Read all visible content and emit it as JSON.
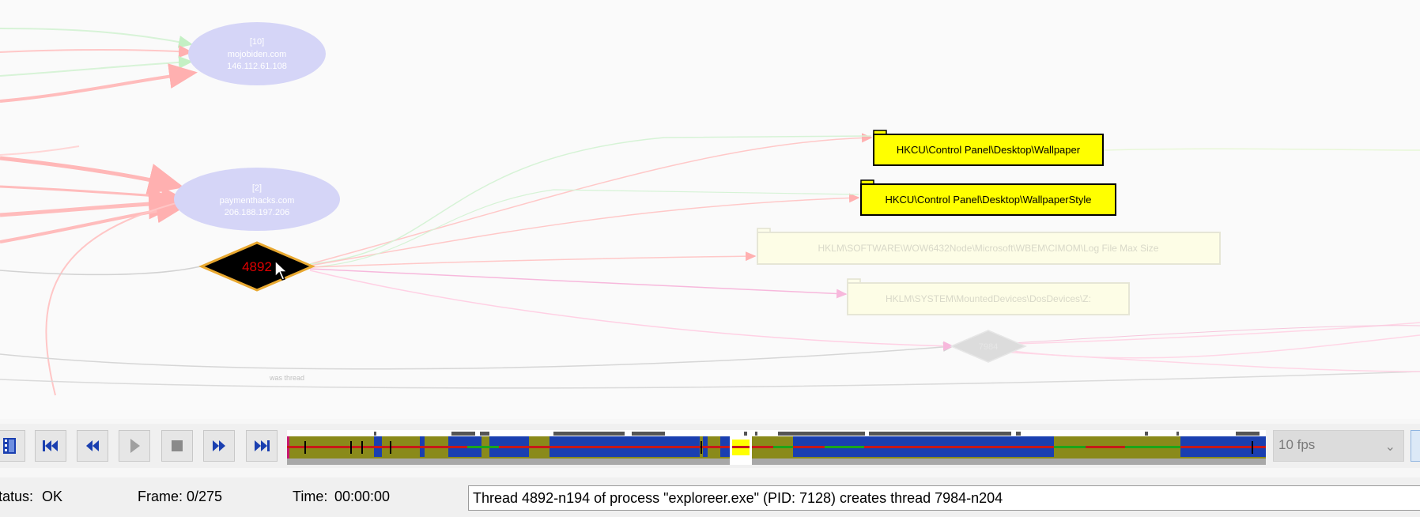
{
  "graph": {
    "nodes": {
      "host_10": {
        "id": "[10]",
        "name": "mojobiden.com",
        "ip": "146.112.61.108"
      },
      "host_2": {
        "id": "[2]",
        "name": "paymenthacks.com",
        "ip": "206.188.197.206"
      },
      "thread_4892": {
        "label": "4892",
        "fill": "#000000",
        "text_color": "#e00000",
        "border": "#e8a830"
      },
      "thread_faded": {
        "label": "7984"
      },
      "reg_wallpaper": {
        "label": "HKCU\\Control Panel\\Desktop\\Wallpaper",
        "fill": "#ffff00"
      },
      "reg_wallpaperstyle": {
        "label": "HKCU\\Control Panel\\Desktop\\WallpaperStyle",
        "fill": "#ffff00"
      },
      "reg_logfile": {
        "label": "HKLM\\SOFTWARE\\WOW6432Node\\Microsoft\\WBEM\\CIMOM\\Log File Max Size"
      },
      "reg_mounted": {
        "label": "HKLM\\SYSTEM\\MountedDevices\\DosDevices\\Z:"
      }
    },
    "edge_label": "was thread"
  },
  "toolbar": {
    "buttons": [
      {
        "name": "film-strip-icon",
        "interactable": true
      },
      {
        "name": "skip-to-start-icon",
        "interactable": true
      },
      {
        "name": "rewind-icon",
        "interactable": true
      },
      {
        "name": "play-icon",
        "interactable": true
      },
      {
        "name": "stop-icon",
        "interactable": true
      },
      {
        "name": "fast-forward-icon",
        "interactable": true
      },
      {
        "name": "skip-to-end-icon",
        "interactable": true
      }
    ],
    "fps": {
      "selected": "10 fps"
    }
  },
  "status": {
    "status_label": "tatus:",
    "status_value": "OK",
    "frame_label": "Frame:",
    "frame_value": "0/275",
    "time_label": "Time:",
    "time_value": "00:00:00",
    "message": "Thread 4892-n194 of process \"exploreer.exe\" (PID: 7128) creates thread 7984-n204"
  },
  "colors": {
    "accent_blue": "#1a3fb0",
    "timeline_olive": "#8a8a1a",
    "timeline_green": "#1aa61a",
    "timeline_red": "#c81818",
    "highlight_yellow": "#ffff00"
  }
}
